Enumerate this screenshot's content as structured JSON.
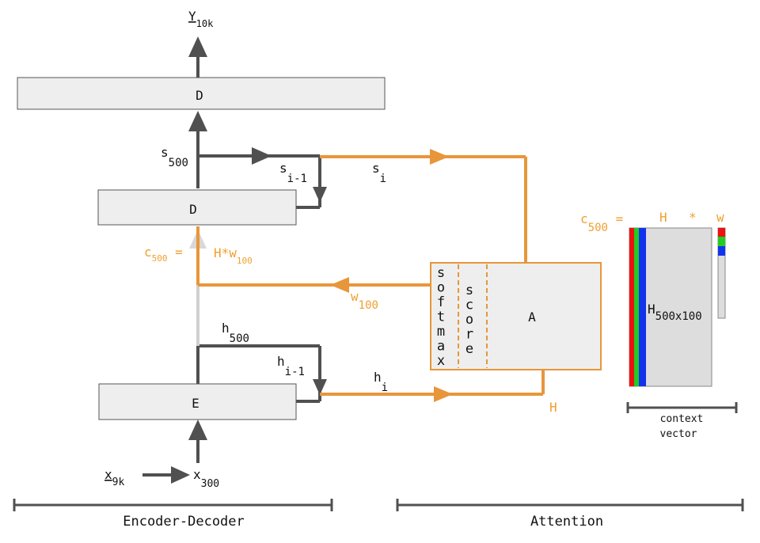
{
  "colors": {
    "box_fill": "#eeeeee",
    "box_stroke": "#555555",
    "dark_line": "#505050",
    "orange": "#f0a030",
    "orange_line": "#e8963a",
    "light_line": "#d0d0d0",
    "red": "#ee1111",
    "green": "#22cc22",
    "blue": "#1133ee"
  },
  "output": {
    "base": "Y",
    "sub": "10k"
  },
  "input": {
    "x_base": "x",
    "x_sub": "9k",
    "x300_base": "x",
    "x300_sub": "300"
  },
  "blocks": {
    "decoder_top": "D",
    "decoder": "D",
    "encoder": "E",
    "attention": "A",
    "softmax_letters": [
      "s",
      "o",
      "f",
      "t",
      "m",
      "a",
      "x"
    ],
    "score_letters": [
      "s",
      "c",
      "o",
      "r",
      "e"
    ]
  },
  "states": {
    "s500_base": "s",
    "s500_sub": "500",
    "si1_base": "s",
    "si1_sub": "i-1",
    "si_base": "s",
    "si_sub": "i",
    "h500_base": "h",
    "h500_sub": "500",
    "hi1_base": "h",
    "hi1_sub": "i-1",
    "hi_base": "h",
    "hi_sub": "i",
    "H": "H"
  },
  "context_left": {
    "c_base": "c",
    "c_sub": "500",
    "eq": "=",
    "Hw_base": "H*w",
    "Hw_sub": "100",
    "w_base": "w",
    "w_sub": "100"
  },
  "context_right": {
    "c_base": "c",
    "c_sub": "500",
    "eq": "=",
    "H": "H",
    "star": "*",
    "w": "w",
    "matrix_base": "H",
    "matrix_sub": "500x100",
    "caption_line1": "context",
    "caption_line2": "vector"
  },
  "sections": {
    "left": "Encoder-Decoder",
    "right": "Attention"
  }
}
